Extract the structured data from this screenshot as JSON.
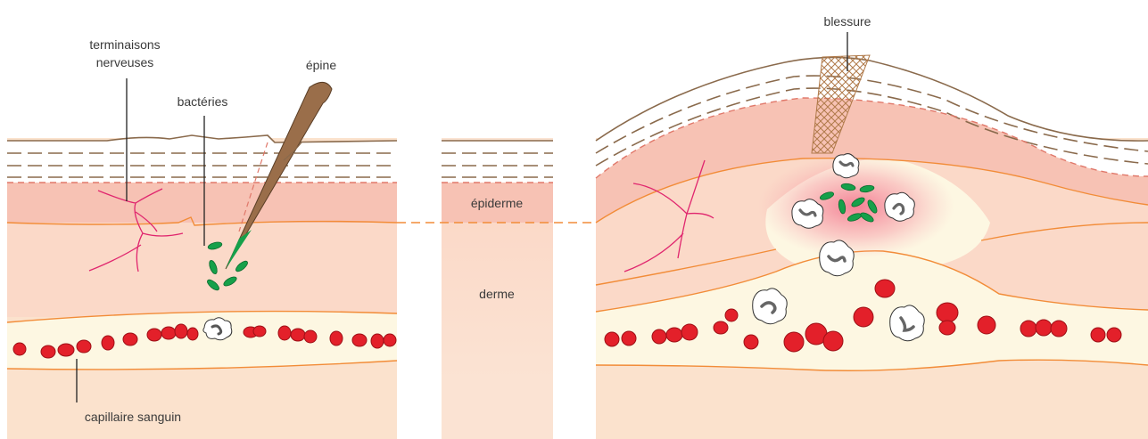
{
  "labels": {
    "nerve_endings_line1": "terminaisons",
    "nerve_endings_line2": "nerveuses",
    "bacteria": "bactéries",
    "thorn": "épine",
    "epidermis": "épiderme",
    "dermis": "derme",
    "capillary": "capillaire sanguin",
    "wound": "blessure"
  },
  "colors": {
    "epidermis": "#f7c2b4",
    "dermis": "#fbd9c8",
    "deep_tissue": "#fbe2cd",
    "capillary_zone": "#fdf7e2",
    "skin_outline": "#8a6a4c",
    "orange_line": "#f28c38",
    "nerve": "#e0266e",
    "red_blood_cell": "#e3202a",
    "bacteria": "#16a04a",
    "thorn": "#9a6e4a",
    "inflammation": "#f0587a"
  }
}
